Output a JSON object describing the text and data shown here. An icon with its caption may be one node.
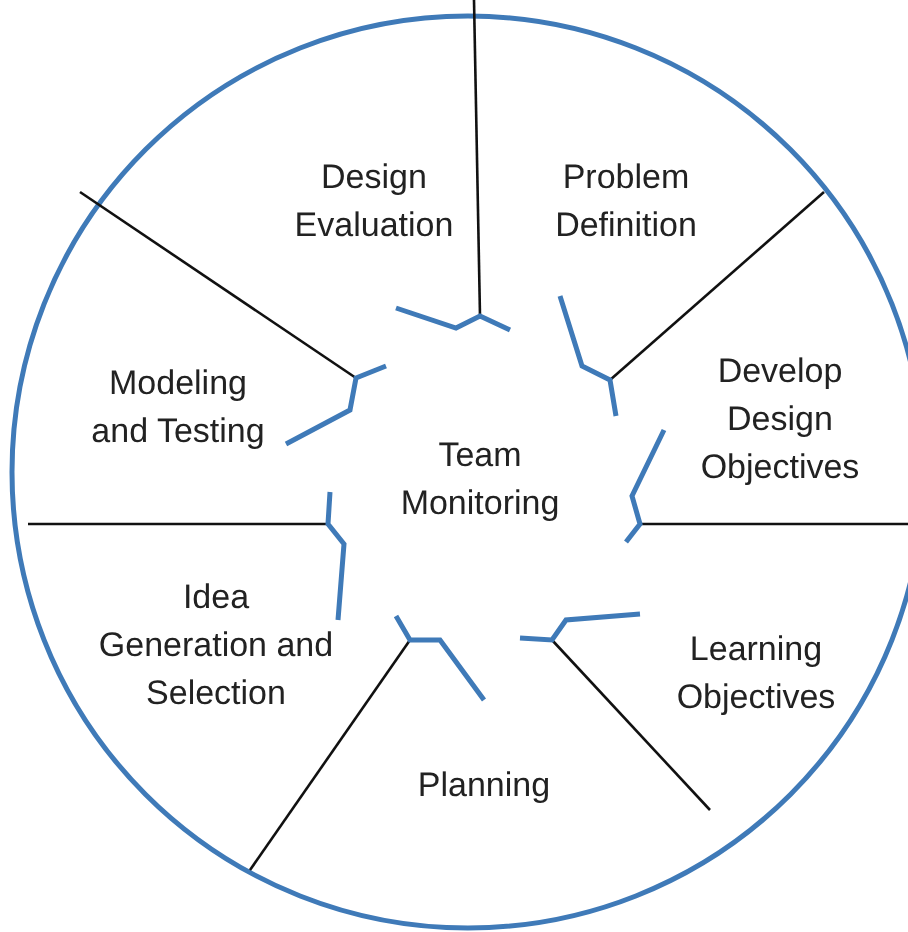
{
  "diagram": {
    "nodes": [
      {
        "text": [
          "Design Evaluation"
        ]
      },
      {
        "text": [
          "Problem Definition"
        ]
      },
      {
        "text": [
          "Develop Design Objectives"
        ]
      },
      {
        "text": [
          "Learning Objectives"
        ]
      },
      {
        "text": [
          "Planning"
        ]
      },
      {
        "text": [
          "Idea Generation and Selection"
        ]
      },
      {
        "text": [
          "Modeling and Testing"
        ]
      },
      {
        "text": [
          "Team Monitoring"
        ]
      }
    ]
  }
}
